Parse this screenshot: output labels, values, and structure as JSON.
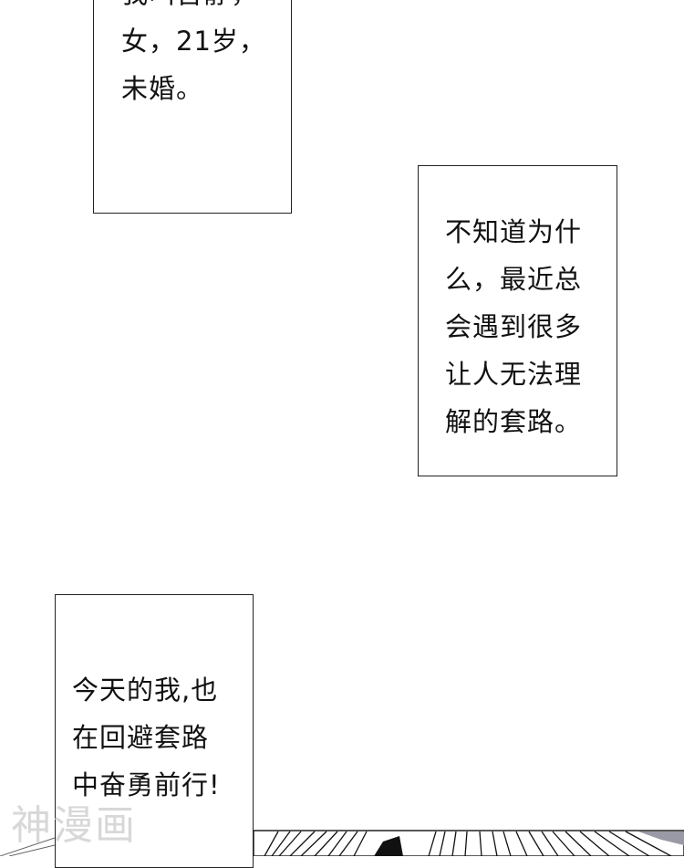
{
  "captions": [
    {
      "lines": "我叫吉静，\n女，21岁，\n未婚。"
    },
    {
      "lines": "不知道为什\n么，最近总\n会遇到很多\n让人无法理\n解的套路。"
    },
    {
      "lines": "今天的我,也\n在回避套路\n中奋勇前行!"
    }
  ],
  "watermark": "神漫画",
  "colors": {
    "background": "#ffffff",
    "ink": "#111111",
    "panel_border": "#222222",
    "watermark": "#d8d8d8"
  }
}
